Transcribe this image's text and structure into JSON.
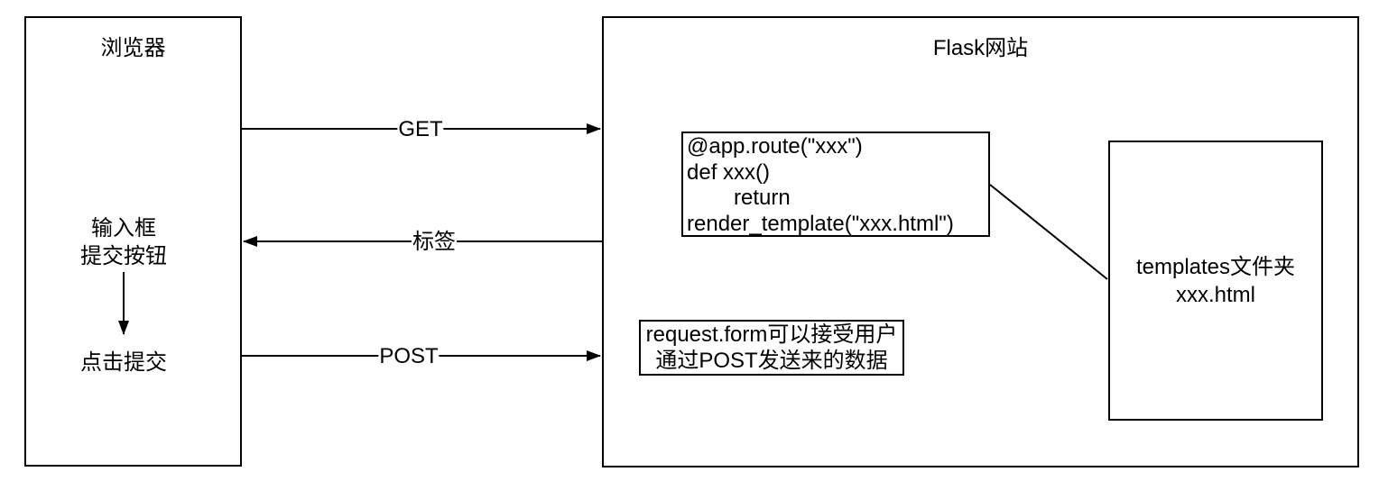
{
  "diagram": {
    "browser_box": {
      "title": "浏览器",
      "input_label": "输入框",
      "submit_label": "提交按钮",
      "click_label": "点击提交"
    },
    "flask_box": {
      "title": "Flask网站",
      "code_box": {
        "lines": [
          "@app.route(\"xxx\")",
          "def xxx()",
          "return",
          "render_template(\"xxx.html\")"
        ]
      },
      "request_note": {
        "line1": "request.form可以接受用户",
        "line2": "通过POST发送来的数据"
      },
      "templates_box": {
        "line1": "templates文件夹",
        "line2": "xxx.html"
      }
    },
    "arrows": {
      "get_label": "GET",
      "response_label": "标签",
      "post_label": "POST"
    },
    "colors": {
      "line": "#000000",
      "text": "#000000",
      "background": "#ffffff"
    }
  }
}
